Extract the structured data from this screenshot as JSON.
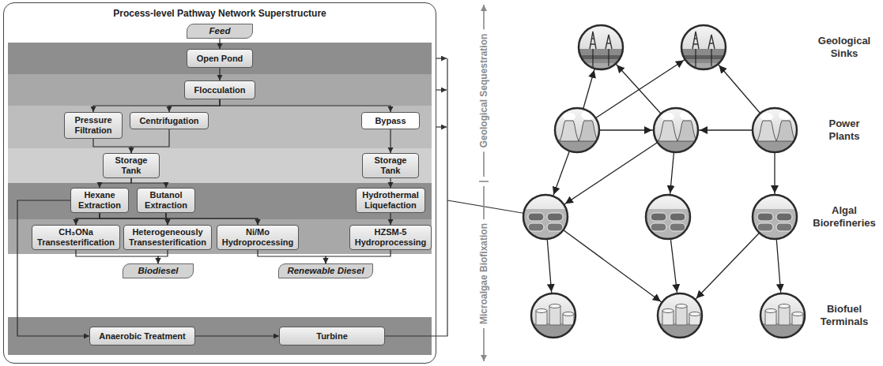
{
  "diagram": {
    "nodes": [
      {
        "text": [
          "Process-level Pathway Network Superstructure"
        ]
      },
      {
        "text": [
          "Feed"
        ],
        "in": 0
      },
      {
        "text": [
          "Open Pond"
        ],
        "in": 0
      },
      {
        "text": [
          "Flocculation"
        ],
        "in": 0
      },
      {
        "text": [
          "Pressure Filtration"
        ],
        "in": 0
      },
      {
        "text": [
          "Centrifugation"
        ],
        "in": 0
      },
      {
        "text": [
          "Bypass"
        ],
        "in": 0
      },
      {
        "text": [
          "Storage Tank"
        ],
        "in": 0
      },
      {
        "text": [
          "Storage Tank"
        ],
        "in": 0
      },
      {
        "text": [
          "Hexane Extraction"
        ],
        "in": 0
      },
      {
        "text": [
          "Butanol Extraction"
        ],
        "in": 0
      },
      {
        "text": [
          "Hydrothermal Liquefaction"
        ],
        "in": 0
      },
      {
        "text": [
          "CH₃ONa Transesterification"
        ],
        "in": 0
      },
      {
        "text": [
          "Heterogeneously Transesterification"
        ],
        "in": 0
      },
      {
        "text": [
          "Ni/Mo Hydroprocessing"
        ],
        "in": 0
      },
      {
        "text": [
          "HZSM-5 Hydroprocessing"
        ],
        "in": 0
      },
      {
        "text": [
          "Biodiesel"
        ],
        "in": 0
      },
      {
        "text": [
          "Renewable Diesel"
        ],
        "in": 0
      },
      {
        "text": [
          "Anaerobic Treatment"
        ],
        "in": 0
      },
      {
        "text": [
          "Turbine"
        ],
        "in": 0
      }
    ],
    "edges": [
      {
        "from": 1,
        "to": 2,
        "arrow": "to"
      },
      {
        "from": 2,
        "to": 3,
        "arrow": "to"
      },
      {
        "from": 3,
        "to": 4,
        "arrow": "to"
      },
      {
        "from": 3,
        "to": 5,
        "arrow": "to"
      },
      {
        "from": 3,
        "to": 6,
        "arrow": "to"
      },
      {
        "from": 4,
        "to": 7,
        "arrow": "to"
      },
      {
        "from": 5,
        "to": 7,
        "arrow": "to"
      },
      {
        "from": 6,
        "to": 8,
        "arrow": "to"
      },
      {
        "from": 7,
        "to": 9,
        "arrow": "to"
      },
      {
        "from": 7,
        "to": 10,
        "arrow": "to"
      },
      {
        "from": 8,
        "to": 11,
        "arrow": "to"
      },
      {
        "from": 9,
        "to": 12,
        "arrow": "to"
      },
      {
        "from": 9,
        "to": 13,
        "arrow": "to"
      },
      {
        "from": 9,
        "to": 14,
        "arrow": "to"
      },
      {
        "from": 10,
        "to": 12,
        "arrow": "to"
      },
      {
        "from": 10,
        "to": 13,
        "arrow": "to"
      },
      {
        "from": 10,
        "to": 14,
        "arrow": "to"
      },
      {
        "from": 11,
        "to": 15,
        "arrow": "to"
      },
      {
        "from": 12,
        "to": 16,
        "arrow": "to"
      },
      {
        "from": 13,
        "to": 16,
        "arrow": "to"
      },
      {
        "from": 14,
        "to": 17,
        "arrow": "to"
      },
      {
        "from": 15,
        "to": 17,
        "arrow": "to"
      },
      {
        "from": 9,
        "to": 18,
        "arrow": "to"
      },
      {
        "from": 18,
        "to": 19,
        "arrow": "to"
      }
    ],
    "labels": [
      "Geological Sinks",
      "Power Plants",
      "Algal Biorefineries",
      "Biofuel Terminals",
      "Geological Sequestration",
      "Microalgae Biofixation"
    ]
  }
}
